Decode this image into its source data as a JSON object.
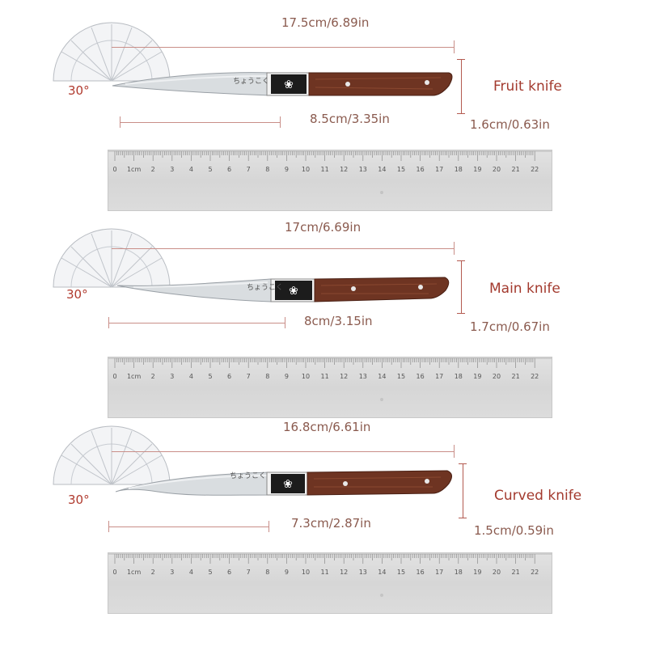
{
  "knives": [
    {
      "name": "Fruit knife",
      "total_length": "17.5cm/6.89in",
      "blade_length": "8.5cm/3.35in",
      "handle_width": "1.6cm/0.63in",
      "angle": "30°",
      "brand_text": "ちょうこく"
    },
    {
      "name": "Main knife",
      "total_length": "17cm/6.69in",
      "blade_length": "8cm/3.15in",
      "handle_width": "1.7cm/0.67in",
      "angle": "30°",
      "brand_text": "ちょうこく"
    },
    {
      "name": "Curved knife",
      "total_length": "16.8cm/6.61in",
      "blade_length": "7.3cm/2.87in",
      "handle_width": "1.5cm/0.59in",
      "angle": "30°",
      "brand_text": "ちょうこく"
    }
  ],
  "ruler_labels": [
    "0",
    "1cm",
    "2",
    "3",
    "4",
    "5",
    "6",
    "7",
    "8",
    "9",
    "10",
    "11",
    "12",
    "13",
    "14",
    "15",
    "16",
    "17",
    "18",
    "19",
    "20",
    "21",
    "22"
  ],
  "colors": {
    "label_text": "#8a5a4e",
    "name_text": "#a33a2e",
    "dimension_line": "#c98e88",
    "handle_wood": "#6e3422",
    "blade_steel": "#d9dde0"
  }
}
